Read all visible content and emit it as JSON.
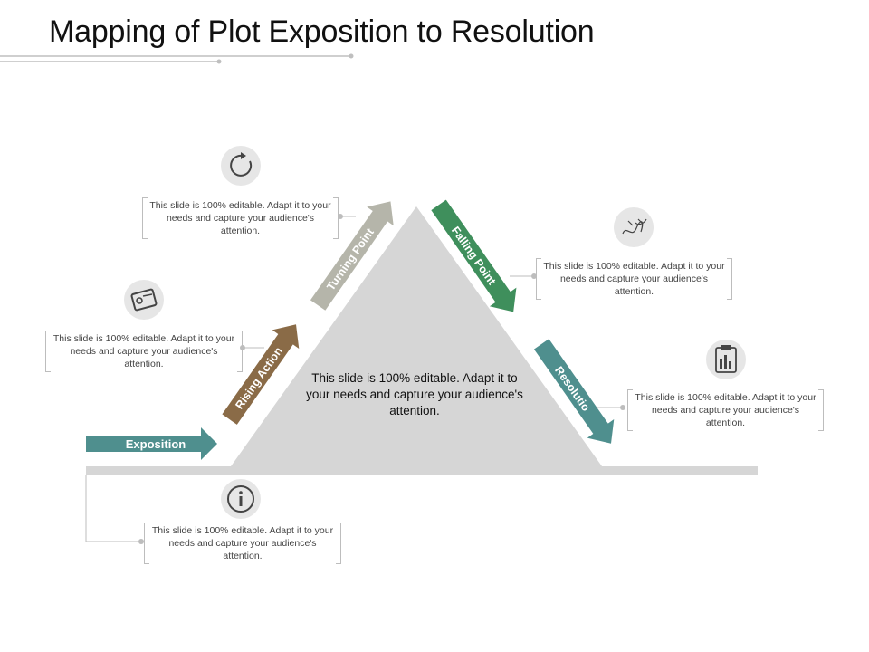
{
  "title": "Mapping of Plot Exposition to Resolution",
  "center_text": "This slide is 100% editable. Adapt it to your needs and capture your audience's attention.",
  "stages": [
    {
      "label": "Exposition",
      "color": "#4f8f8e",
      "icon": "info-icon"
    },
    {
      "label": "Rising Action",
      "color": "#8a6b47",
      "icon": "ticket-icon"
    },
    {
      "label": "Turning Point",
      "color": "#b5b5aa",
      "icon": "refresh-circle-icon"
    },
    {
      "label": "Falling Point",
      "color": "#3f8f5c",
      "icon": "scribble-icon"
    },
    {
      "label": "Resolutio",
      "color": "#4f8f8e",
      "icon": "clipboard-chart-icon"
    }
  ],
  "descriptions": [
    "This slide is 100% editable. Adapt it to your needs and capture your audience's attention.",
    "This slide is 100% editable. Adapt it to your needs and capture your audience's attention.",
    "This slide is 100% editable. Adapt it to your needs and capture your audience's attention.",
    "This slide is 100% editable. Adapt it to your needs and capture your audience's attention.",
    "This slide is 100% editable. Adapt it to your needs and capture your audience's attention."
  ],
  "colors": {
    "triangle": "#d6d6d6",
    "baseline": "#d6d6d6",
    "connector": "#bdbdbd",
    "icon_circle": "#e6e6e6"
  }
}
